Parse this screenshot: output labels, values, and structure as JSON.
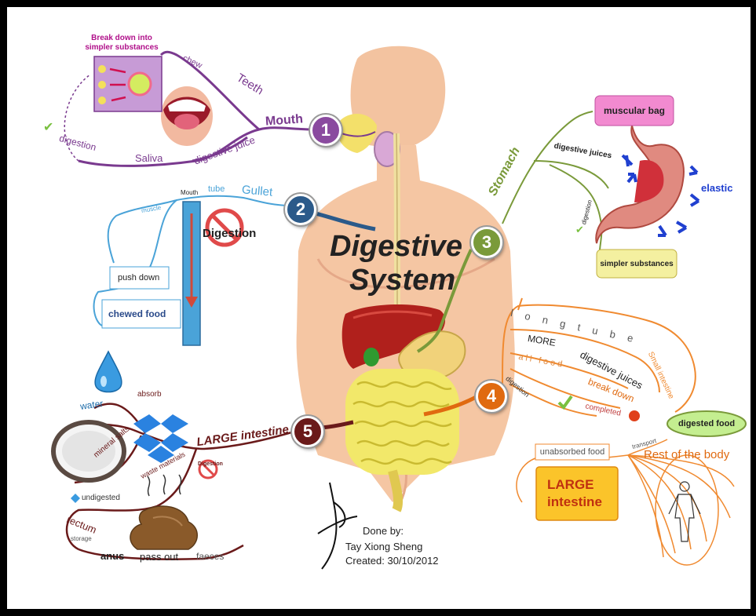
{
  "title": {
    "line1": "Digestive",
    "line2": "System"
  },
  "branches": [
    {
      "number": "1",
      "name": "Mouth",
      "color": "#7a3a8f",
      "labels": [
        "Teeth",
        "chew",
        "digestive juice",
        "Saliva",
        "digestion"
      ],
      "box": "Break down into simpler substances"
    },
    {
      "number": "2",
      "name": "Gullet",
      "color": "#2b5a8a",
      "labels": [
        "tube",
        "muscle",
        "push down",
        "chewed food",
        "Mouth",
        "Digestion"
      ]
    },
    {
      "number": "3",
      "name": "Stomach",
      "color": "#7a9a3a",
      "labels": [
        "muscular bag",
        "digestive juices",
        "digestion",
        "elastic",
        "simpler substances"
      ]
    },
    {
      "number": "4",
      "name": "Small intestine",
      "color": "#e06a10",
      "labels": [
        "l o n g   t u b e",
        "MORE",
        "digestive juices",
        "all food",
        "break down",
        "digestion",
        "completed",
        "digested food",
        "transport",
        "Rest of the body",
        "unabsorbed food",
        "LARGE intestine"
      ]
    },
    {
      "number": "5",
      "name": "LARGE intestine",
      "color": "#6a1a1a",
      "labels": [
        "absorb",
        "water",
        "mineral salts",
        "waste materials",
        "Digestion",
        "undigested",
        "rectum",
        "storage",
        "anus",
        "pass out",
        "faeces"
      ]
    }
  ],
  "credits": {
    "done_by": "Done by:",
    "author": "Tay Xiong Sheng",
    "created": "Created: 30/10/2012"
  },
  "icons": [
    "mouth-icon",
    "body-organs-illustration",
    "stomach-icon",
    "water-drop-icon",
    "salt-bowl-icon",
    "dropbox-icon",
    "stool-icon",
    "human-figure-icon",
    "no-sign-icon",
    "check-icon",
    "signature"
  ]
}
